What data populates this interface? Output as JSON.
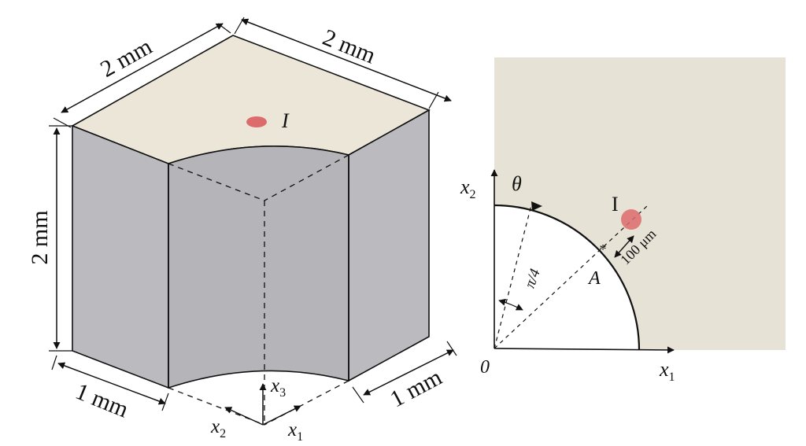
{
  "colors": {
    "top_face": "#ebe6d7",
    "side_face": "#bbbbbf",
    "inner_face": "#b5b5b9",
    "plate": "#e6e2d5",
    "inclusion": "#dc6b6b",
    "line": "#111111"
  },
  "left_figure": {
    "dim_top_left": "2 mm",
    "dim_top_right": "2 mm",
    "dim_height": "2 mm",
    "dim_bottom_left": "1 mm",
    "dim_bottom_right": "1 mm",
    "inclusion_label": "I",
    "axes": {
      "x1": "x",
      "x1_sub": "1",
      "x2": "x",
      "x2_sub": "2",
      "x3": "x",
      "x3_sub": "3"
    }
  },
  "right_figure": {
    "x1": "x",
    "x1_sub": "1",
    "x2": "x",
    "x2_sub": "2",
    "origin": "0",
    "theta": "θ",
    "angle": "π/4",
    "point_a": "A",
    "inclusion_label": "I",
    "distance": "100 μm"
  }
}
